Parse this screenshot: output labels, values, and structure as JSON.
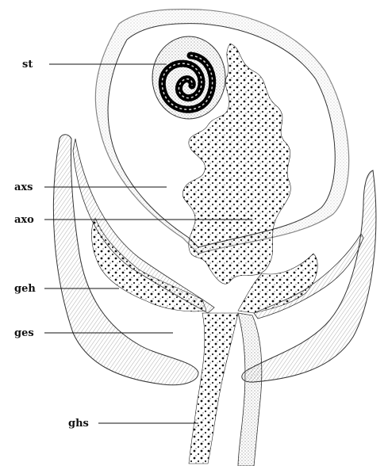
{
  "labels": {
    "st": "st",
    "axs": "axs",
    "axo": "axo",
    "geh": "geh",
    "ges": "ges",
    "ghs": "ghs"
  },
  "colors": {
    "ink": "#111111",
    "paper": "#ffffff",
    "stipple": "#555555"
  }
}
